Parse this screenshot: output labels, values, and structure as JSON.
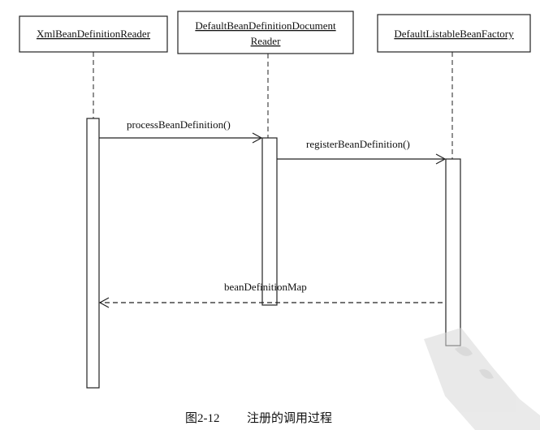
{
  "participants": [
    {
      "id": "xml_reader",
      "label_lines": [
        "XmlBeanDefinitionReader"
      ]
    },
    {
      "id": "doc_reader",
      "label_lines": [
        "DefaultBeanDefinitionDocument",
        "Reader"
      ]
    },
    {
      "id": "factory",
      "label_lines": [
        "DefaultListableBeanFactory"
      ]
    }
  ],
  "messages": [
    {
      "label": "processBeanDefinition()",
      "from": "xml_reader",
      "to": "doc_reader",
      "style": "solid"
    },
    {
      "label": "registerBeanDefinition()",
      "from": "doc_reader",
      "to": "factory",
      "style": "solid"
    },
    {
      "label": "beanDefinitionMap",
      "from": "factory",
      "to": "xml_reader",
      "style": "dashed"
    }
  ],
  "caption": {
    "number": "图2-12",
    "title": "注册的调用过程"
  },
  "colors": {
    "line": "#222222",
    "box_border": "#222222",
    "watermark": "#d0d0d0"
  },
  "watermark": {
    "icon": "seal-watermark-icon"
  }
}
